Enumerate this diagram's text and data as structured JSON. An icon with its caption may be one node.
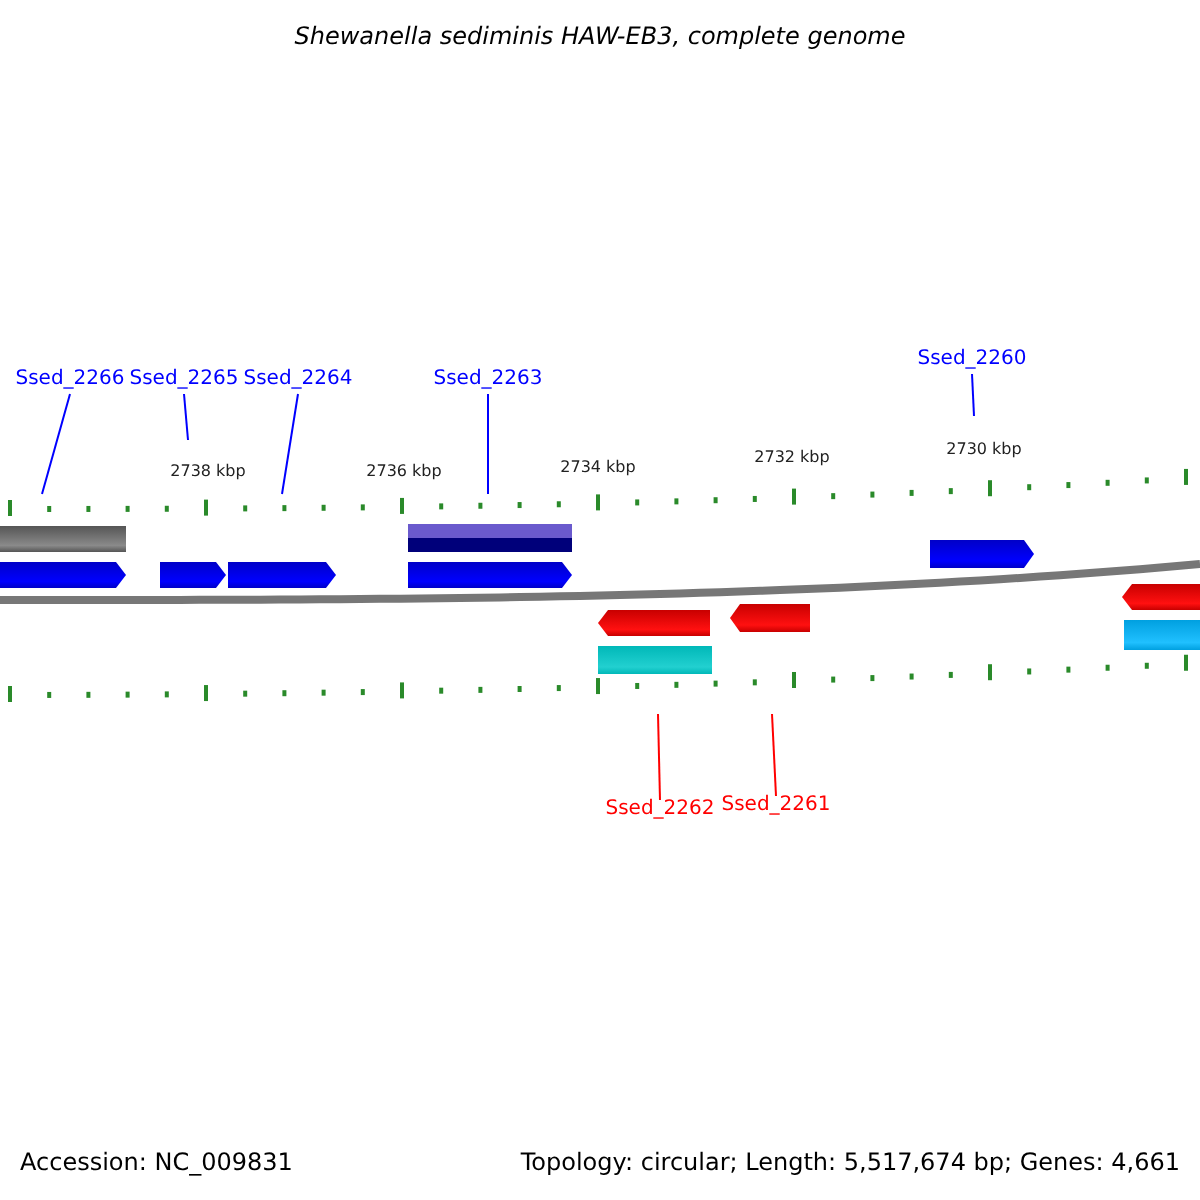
{
  "diagram": {
    "title": "Shewanella sediminis HAW-EB3, complete genome",
    "nodes": [
      {
        "text": [
          "Ssed_2266"
        ]
      },
      {
        "text": [
          "Ssed_2265"
        ]
      },
      {
        "text": [
          "Ssed_2264"
        ]
      },
      {
        "text": [
          "Ssed_2263"
        ]
      },
      {
        "text": [
          "Ssed_2260"
        ]
      },
      {
        "text": [
          "Ssed_2262"
        ]
      },
      {
        "text": [
          "Ssed_2261"
        ]
      }
    ],
    "edges": [
      {
        "from": 0,
        "to": null,
        "arrow": "none"
      },
      {
        "from": 1,
        "to": null,
        "arrow": "none"
      },
      {
        "from": 2,
        "to": null,
        "arrow": "none"
      },
      {
        "from": 3,
        "to": null,
        "arrow": "none"
      },
      {
        "from": 4,
        "to": null,
        "arrow": "none"
      },
      {
        "from": 5,
        "to": null,
        "arrow": "none",
        "color": "#ff0000"
      },
      {
        "from": 6,
        "to": null,
        "arrow": "none",
        "color": "#ff0000"
      }
    ],
    "labels": [
      "2738 kbp",
      "2736 kbp",
      "2734 kbp",
      "2732 kbp",
      "2730 kbp",
      "Accession: NC_009831",
      "Topology: circular; Length: 5,517,674 bp; Genes: 4,661"
    ]
  }
}
